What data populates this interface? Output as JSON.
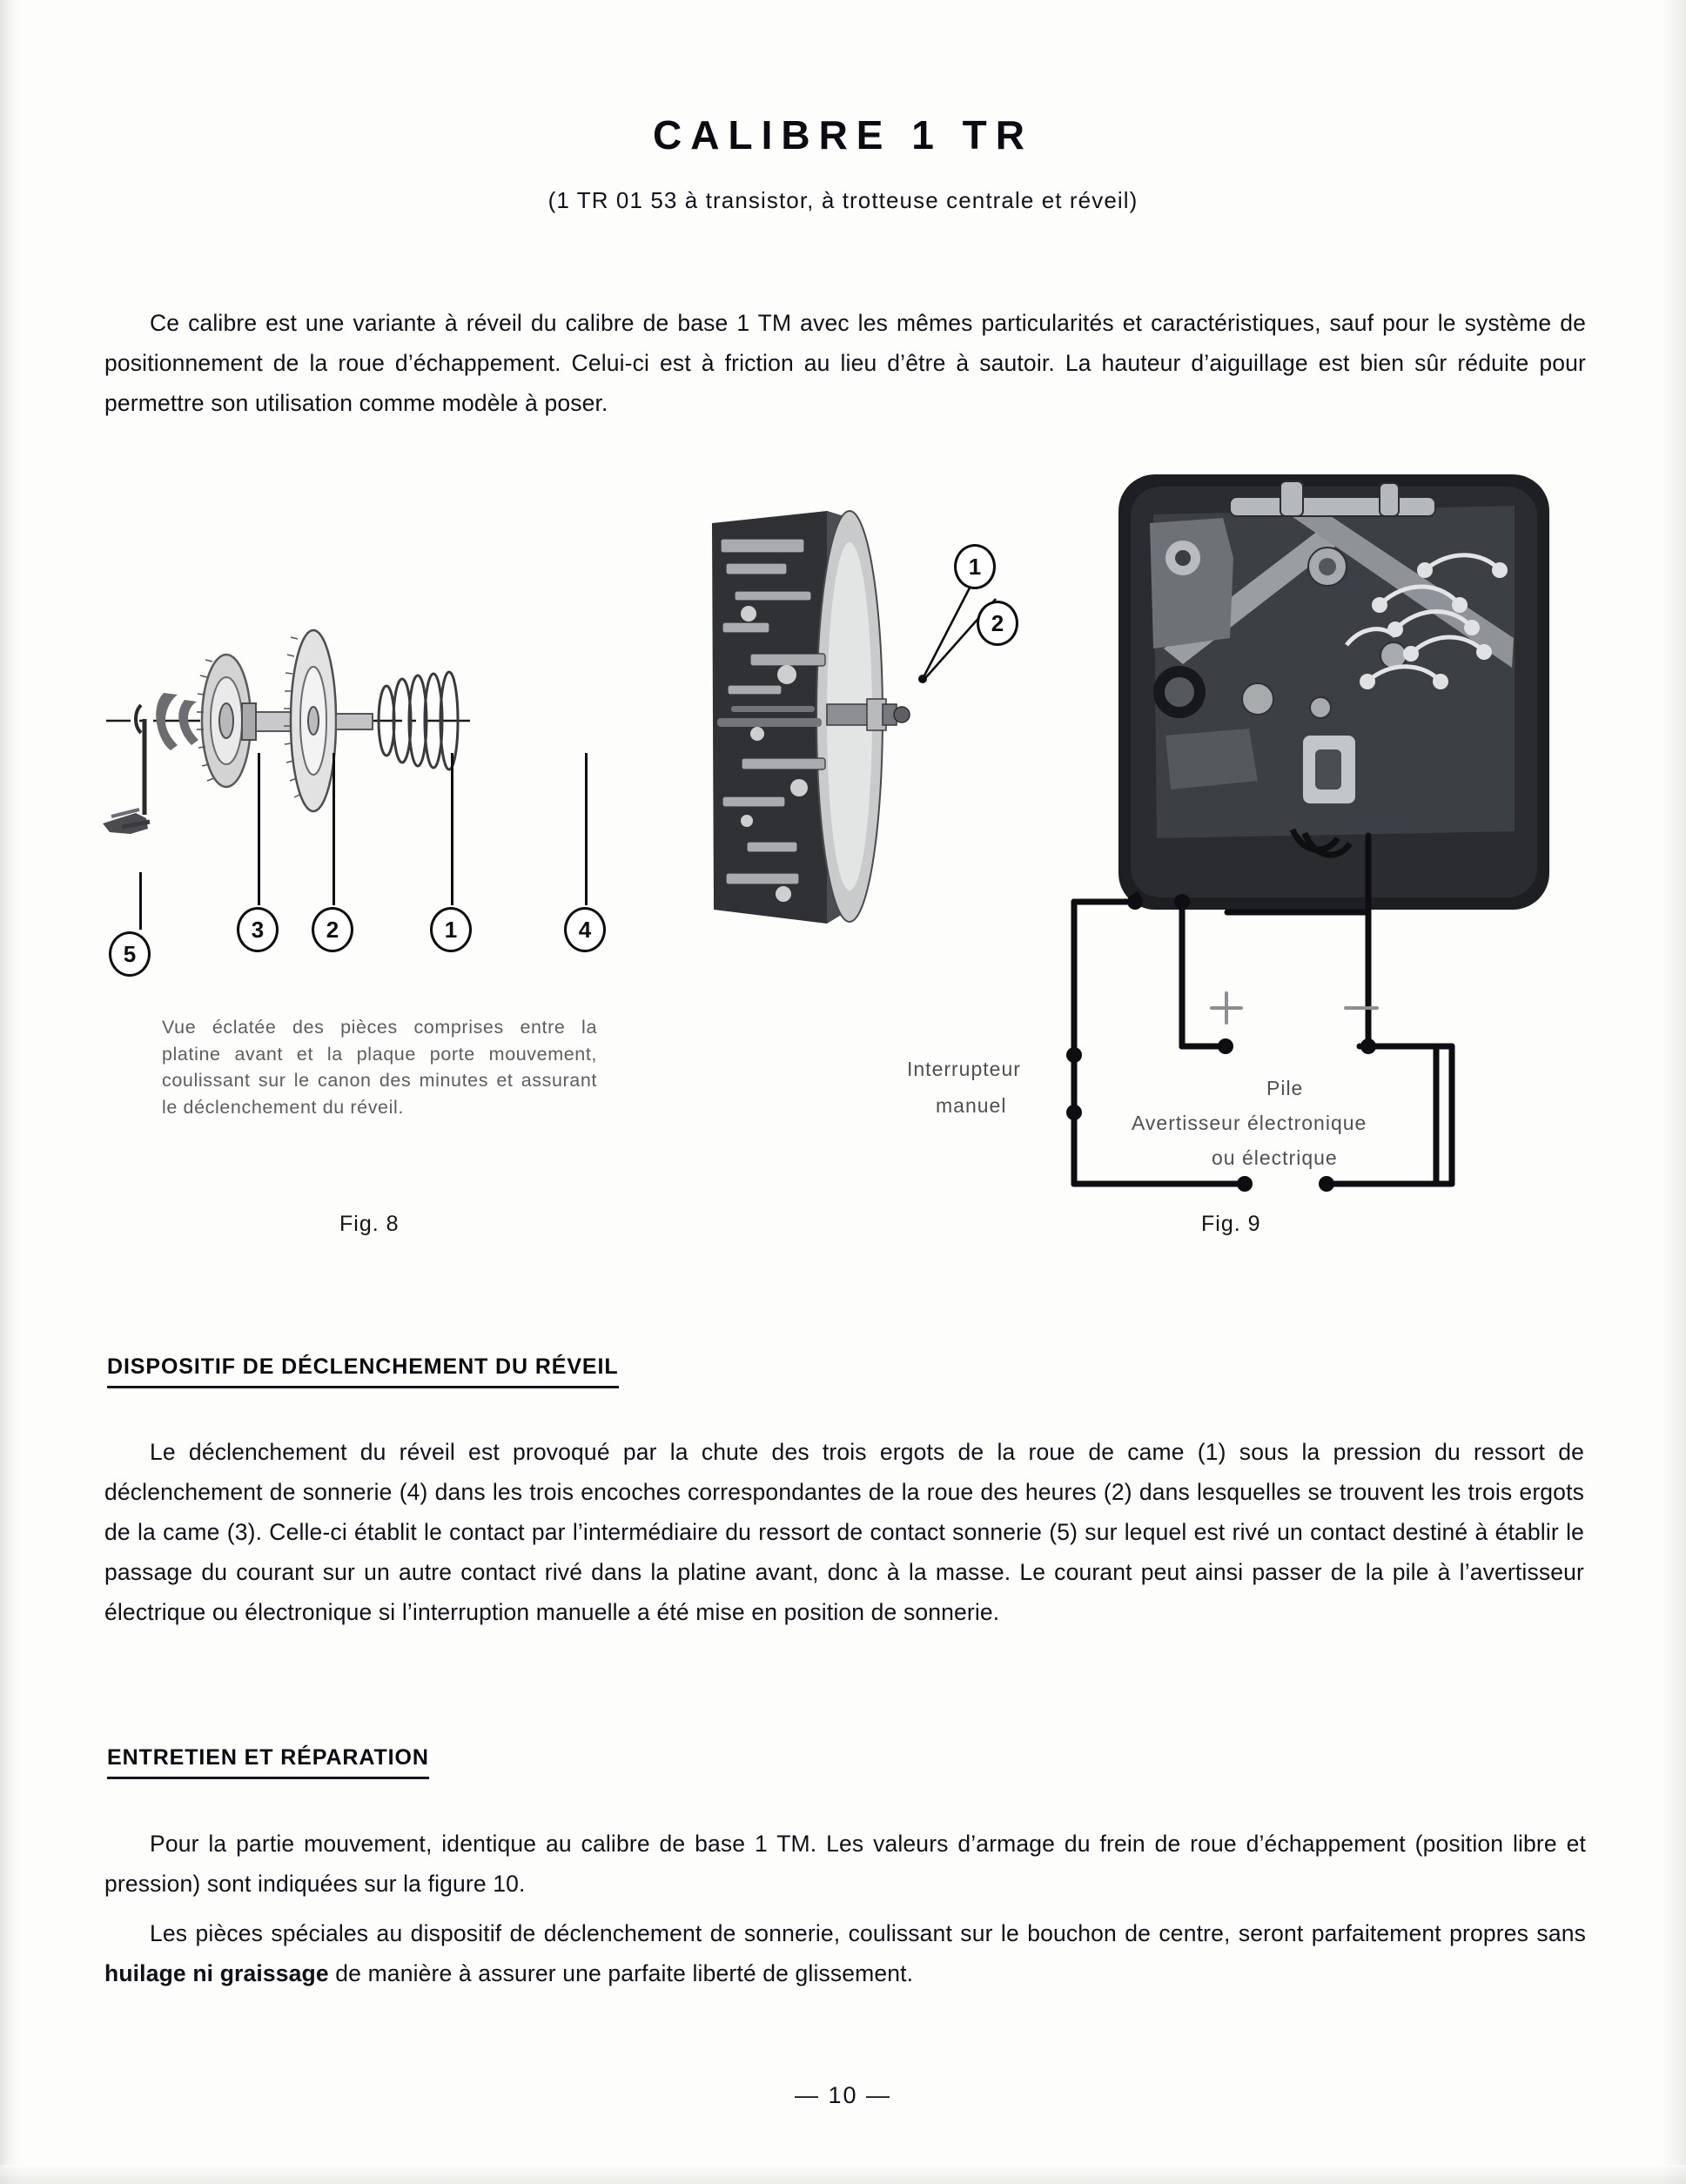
{
  "document": {
    "title": "CALIBRE 1 TR",
    "subtitle": "(1 TR 01 53 à transistor, à trotteuse centrale et réveil)",
    "page_number": "— 10 —"
  },
  "intro": {
    "text": "Ce calibre est une variante à réveil du calibre de base 1 TM avec les mêmes particularités et caractéristiques, sauf pour le système de positionnement de la roue d’échappement. Celui-ci est à friction au lieu d’être à sautoir. La hauteur d’aiguillage est bien sûr réduite pour permettre son utilisation comme modèle à poser."
  },
  "figures": {
    "fig8": {
      "label": "Fig. 8",
      "caption": "Vue éclatée des pièces comprises entre la platine avant et la plaque porte mouvement, coulissant sur le canon des minutes et assurant le déclenchement du réveil.",
      "callouts": [
        "5",
        "3",
        "2",
        "1",
        "4"
      ]
    },
    "fig9": {
      "label": "Fig. 9",
      "callouts": [
        "1",
        "2"
      ],
      "circuit": {
        "switch_label_line1": "Interrupteur",
        "switch_label_line2": "manuel",
        "battery_label": "Pile",
        "battery_positive": "+",
        "battery_negative": "−",
        "buzzer_label_line1": "Avertisseur électronique",
        "buzzer_label_line2": "ou électrique"
      }
    }
  },
  "sections": [
    {
      "heading": "DISPOSITIF DE DÉCLENCHEMENT DU RÉVEIL",
      "body": "Le déclenchement du réveil est provoqué par la chute des trois ergots de la roue de came (1) sous la pression du ressort de déclenchement de sonnerie (4) dans les trois encoches correspondantes de la roue des heures (2) dans lesquelles se trouvent les trois ergots de la came (3). Celle-ci établit le contact par l’intermédiaire du ressort de contact sonnerie (5) sur lequel est rivé un contact destiné à établir le passage du courant sur un autre contact rivé dans la platine avant, donc à la masse. Le courant peut ainsi passer de la pile à l’avertisseur électrique ou électronique si l’interruption manuelle a été mise en position de sonnerie."
    },
    {
      "heading": "ENTRETIEN ET RÉPARATION",
      "body_1": "Pour la partie mouvement, identique au calibre de base 1 TM. Les valeurs d’armage du frein de roue d’échappement (position libre et pression) sont indiquées sur la figure 10.",
      "body_2_part1": "Les pièces spéciales au dispositif de déclenchement de sonnerie, coulissant sur le bouchon de centre, seront parfaitement propres sans ",
      "body_2_bold": "huilage ni graissage",
      "body_2_part2": " de manière à assurer une parfaite liberté de glissement."
    }
  ],
  "colors": {
    "text": "#101018",
    "caption": "#5d5d62",
    "rule": "#15151c",
    "paper": "#fdfdfb"
  }
}
